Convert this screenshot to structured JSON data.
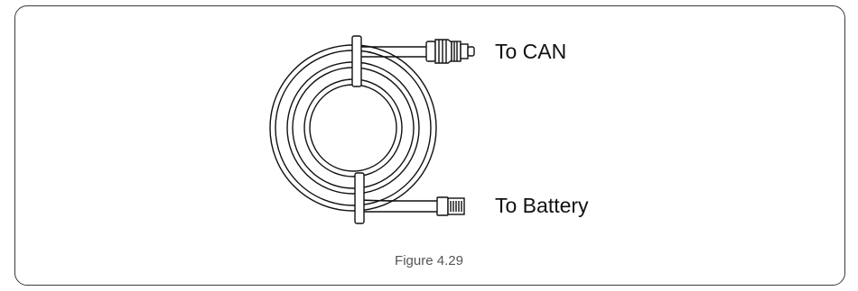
{
  "labels": {
    "to_can": "To CAN",
    "to_battery": "To Battery"
  },
  "caption": "Figure 4.29",
  "colors": {
    "line": "#111111",
    "caption": "#555555",
    "frame": "#3a3a3a"
  }
}
